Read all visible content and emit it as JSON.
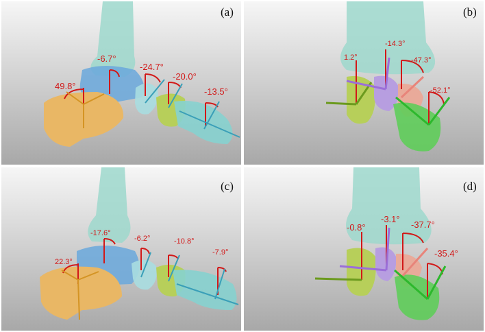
{
  "panels": {
    "a": {
      "label": "(a)",
      "angles": [
        "-6.7°",
        "49.8°",
        "-24.7°",
        "-20.0°",
        "-13.5°"
      ]
    },
    "b": {
      "label": "(b)",
      "angles": [
        "1.2°",
        "-14.3°",
        "-47.3°",
        "-52.1°"
      ]
    },
    "c": {
      "label": "(c)",
      "angles": [
        "-17.6°",
        "22.3°",
        "-6.2°",
        "-10.8°",
        "-7.9°"
      ]
    },
    "d": {
      "label": "(d)",
      "angles": [
        "-0.8°",
        "-3.1°",
        "-37.7°",
        "-35.4°"
      ]
    }
  },
  "colors": {
    "background_top": "#f4f4f4",
    "background_bottom": "#a9a9a9",
    "tibia": "#9ed8cc",
    "talus": "#6aa8dc",
    "calcaneus": "#e9b765",
    "navicular": "#a8dde0",
    "cuneiform": "#b7cf5a",
    "metatarsal": "#86d2cf",
    "cuboid_green": "#5fcd5a",
    "purple_bone": "#b79ee0",
    "salmon_bone": "#e9aa9a",
    "angle_text": "#d21818"
  }
}
